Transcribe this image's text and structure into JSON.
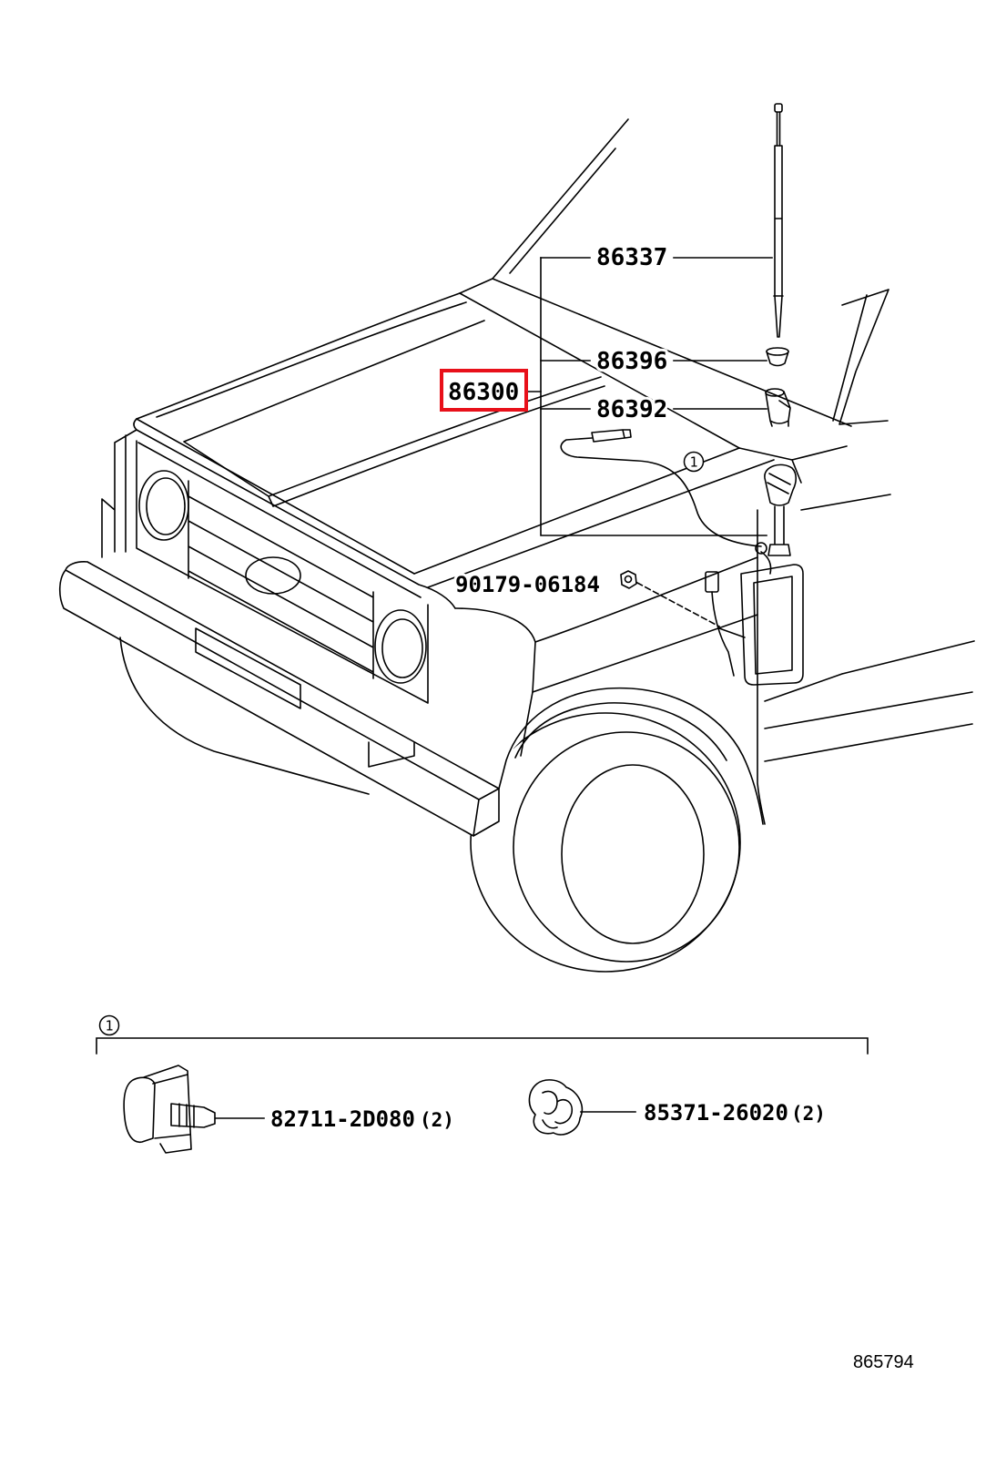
{
  "diagram": {
    "labels": [
      {
        "part_no": "86337"
      },
      {
        "part_no": "86396"
      },
      {
        "part_no": "86300",
        "highlighted": true
      },
      {
        "part_no": "86392"
      },
      {
        "part_no": "90179-06184"
      }
    ],
    "section_marker": "1",
    "detail": {
      "marker": "1",
      "items": [
        {
          "part_no": "82711-2D080",
          "qty": "(2)"
        },
        {
          "part_no": "85371-26020",
          "qty": "(2)"
        }
      ]
    },
    "illustration_no": "865794"
  },
  "colors": {
    "line": "#000000",
    "highlight_box": "#e8101a",
    "background": "#ffffff"
  }
}
